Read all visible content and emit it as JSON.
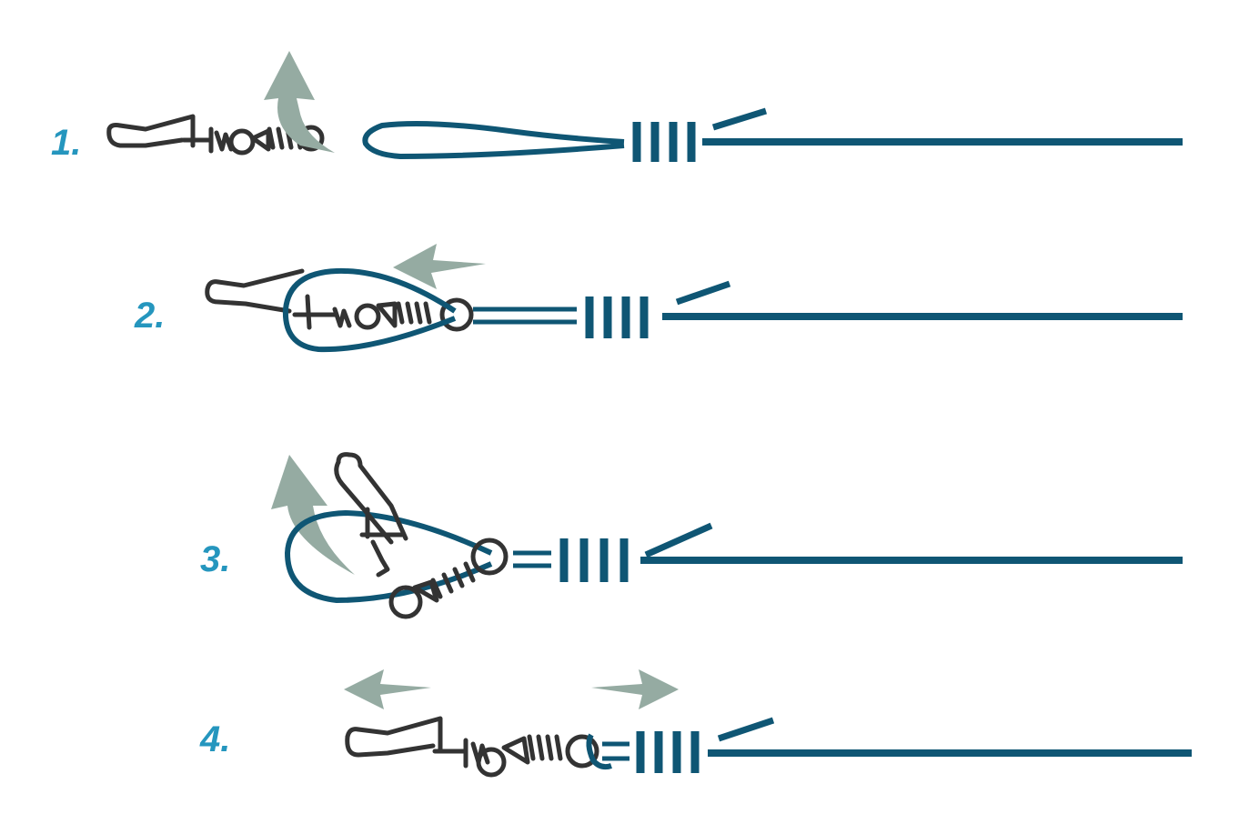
{
  "steps": [
    {
      "label": "1."
    },
    {
      "label": "2."
    },
    {
      "label": "3."
    },
    {
      "label": "4."
    }
  ],
  "colors": {
    "line": "#0f5674",
    "label": "#2596be",
    "hardware": "#333333",
    "arrow": "#95aba2",
    "background": "#ffffff"
  },
  "icons": {
    "hardware": "snap-swivel-icon",
    "arrow": "direction-arrow-icon"
  }
}
